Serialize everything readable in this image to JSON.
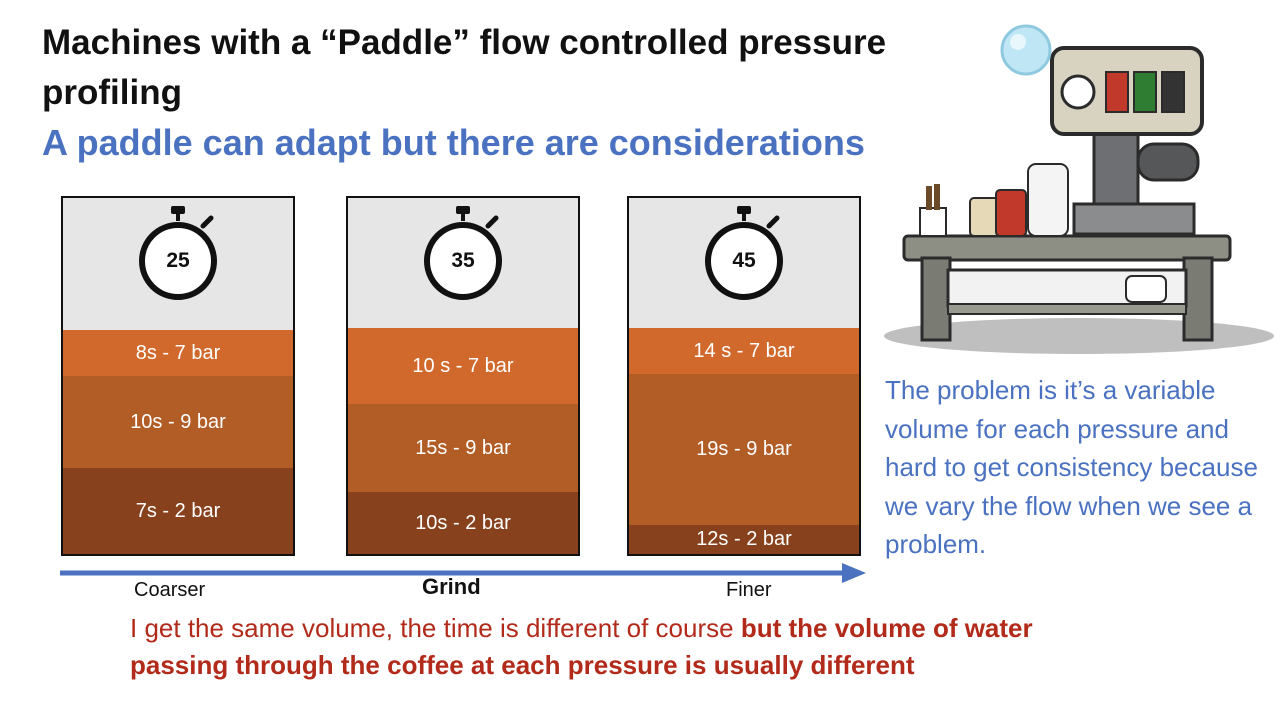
{
  "title": "Machines with a “Paddle” flow controlled pressure profiling",
  "subtitle": "A paddle can adapt but there are considerations",
  "columns": [
    {
      "timer": "25",
      "layers": [
        {
          "label": "8s - 7 bar",
          "seconds": 8,
          "bar": 7
        },
        {
          "label": "10s - 9 bar",
          "seconds": 10,
          "bar": 9
        },
        {
          "label": "7s - 2 bar",
          "seconds": 7,
          "bar": 2
        }
      ]
    },
    {
      "timer": "35",
      "layers": [
        {
          "label": "10 s - 7 bar",
          "seconds": 10,
          "bar": 7
        },
        {
          "label": "15s - 9 bar",
          "seconds": 15,
          "bar": 9
        },
        {
          "label": "10s - 2 bar",
          "seconds": 10,
          "bar": 2
        }
      ]
    },
    {
      "timer": "45",
      "layers": [
        {
          "label": "14 s - 7 bar",
          "seconds": 14,
          "bar": 7
        },
        {
          "label": "19s - 9 bar",
          "seconds": 19,
          "bar": 9
        },
        {
          "label": "12s - 2 bar",
          "seconds": 12,
          "bar": 2
        }
      ]
    }
  ],
  "axis": {
    "left": "Coarser",
    "center": "Grind",
    "right": "Finer"
  },
  "note": "The problem is it’s a variable volume for each pressure and hard to get consistency because we vary the flow when we see a problem.",
  "bottom": {
    "plain": "I get the same volume, the time is different of course ",
    "bold": "but the volume of water passing through the coffee at each pressure is usually different"
  },
  "colors": {
    "layer_7bar": "#d1692c",
    "layer_9bar": "#b25c26",
    "layer_2bar": "#87411c",
    "arrow": "#4a72c0",
    "note_text": "#4a72c0",
    "bottom_text": "#b22a1a"
  },
  "icons": {
    "timer": "stopwatch-icon",
    "illustration": "espresso-machine-illustration"
  }
}
